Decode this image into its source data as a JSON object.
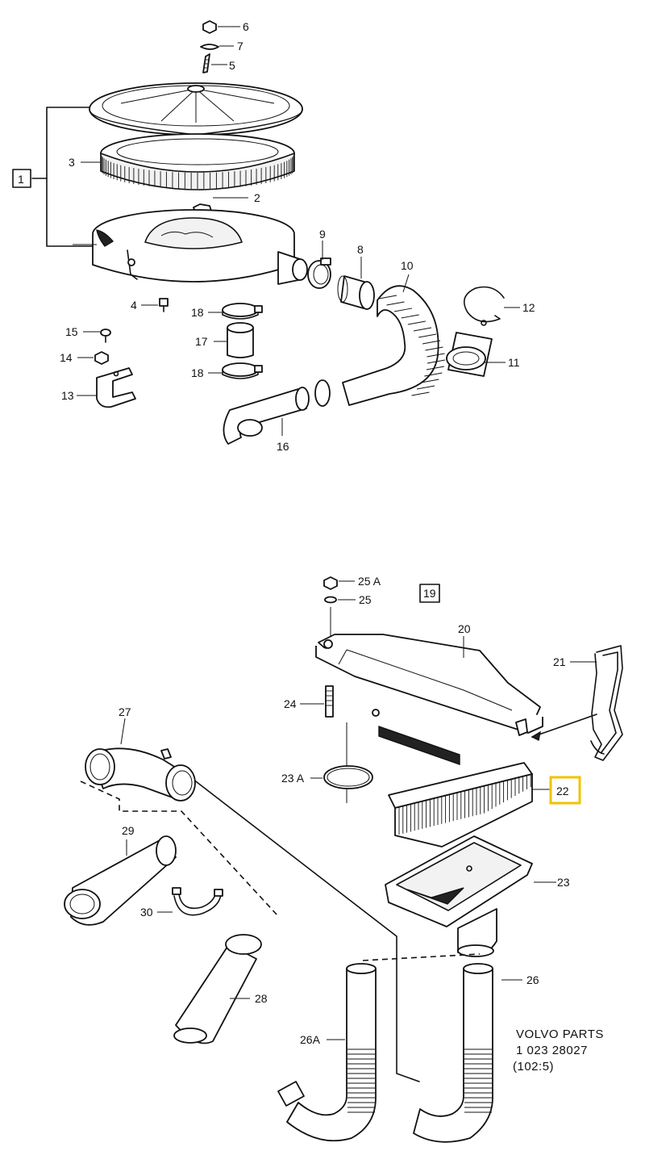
{
  "callouts": {
    "c1": "1",
    "c2": "2",
    "c3": "3",
    "c4": "4",
    "c5": "5",
    "c6": "6",
    "c7": "7",
    "c8": "8",
    "c9": "9",
    "c10": "10",
    "c11": "11",
    "c12": "12",
    "c13": "13",
    "c14": "14",
    "c15": "15",
    "c16": "16",
    "c17": "17",
    "c18a": "18",
    "c18b": "18",
    "c19": "19",
    "c20": "20",
    "c21": "21",
    "c22": "22",
    "c23": "23",
    "c23a": "23 A",
    "c24": "24",
    "c25": "25",
    "c25a": "25 A",
    "c26": "26",
    "c26a": "26A",
    "c27": "27",
    "c28": "28",
    "c29": "29",
    "c30": "30"
  },
  "note": {
    "line1": "VOLVO PARTS",
    "line2": "1  023  28027",
    "line3": "(102:5)"
  },
  "highlight": {
    "part": "22",
    "color": "#f2c200"
  }
}
